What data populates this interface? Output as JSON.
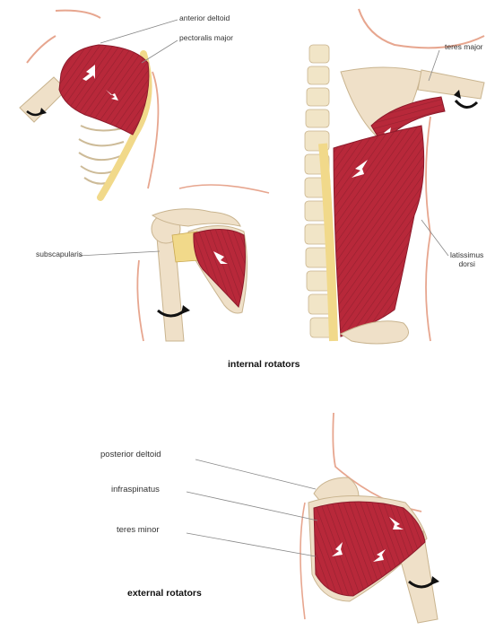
{
  "labels": {
    "anterior_deltoid": "anterior deltoid",
    "pectoralis_major": "pectoralis major",
    "teres_major": "teres major",
    "subscapularis": "subscapularis",
    "latissimus_line1": "latissimus",
    "latissimus_line2": "dorsi",
    "posterior_deltoid": "posterior deltoid",
    "infraspinatus": "infraspinatus",
    "teres_minor": "teres minor"
  },
  "captions": {
    "internal": "internal rotators",
    "external": "external rotators"
  },
  "colors": {
    "muscle": "#b8283a",
    "muscle_dark": "#8c1a2b",
    "bone": "#efe0c8",
    "bone_edge": "#c9b48f",
    "tendon": "#f1d98a",
    "skin_outline": "#e7a68f",
    "arrow": "#ffffff",
    "leader_line": "#888888"
  }
}
